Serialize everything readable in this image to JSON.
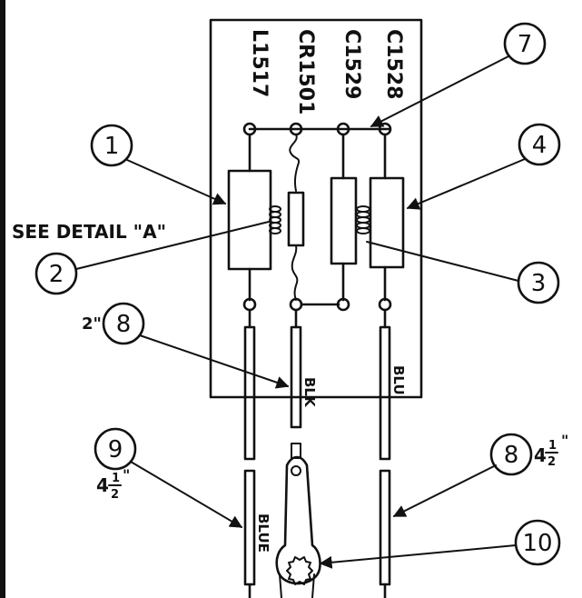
{
  "components": [
    "L1517",
    "CR1501",
    "C1529",
    "C1528"
  ],
  "detail_note": "SEE DETAIL \"A\"",
  "callouts": [
    "1",
    "2",
    "3",
    "4",
    "7",
    "8",
    "9",
    "8",
    "10"
  ],
  "wire_labels": {
    "blk": "BLK",
    "blu": "BLU",
    "blue": "BLUE"
  },
  "dimensions": {
    "two_inch": "2\"",
    "left_4_whole": "4",
    "left_4_num": "1",
    "left_4_den": "2",
    "left_4_inch": "\"",
    "right_4_whole": "4",
    "right_4_num": "1",
    "right_4_den": "2",
    "right_4_inch": "\""
  }
}
